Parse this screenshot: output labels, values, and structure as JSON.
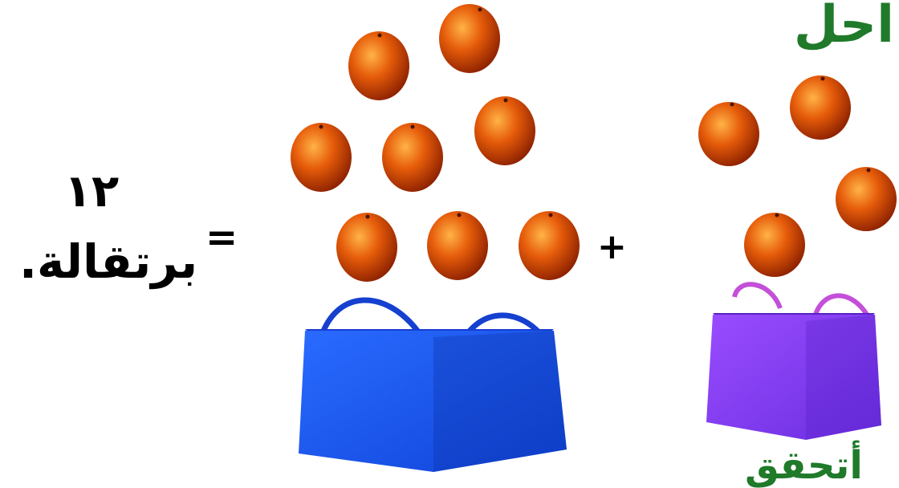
{
  "title": "احل",
  "operators": {
    "plus": "+",
    "equals": "="
  },
  "answer": {
    "number": "١٢",
    "unit": "برتقالة."
  },
  "bottom_text": "أتحقق",
  "groups": {
    "right_group": {
      "orange_count": 4,
      "bag_color": "#8a3df0",
      "handle_color": "#c44fd8"
    },
    "middle_group": {
      "orange_count": 8,
      "bag_color": "#1f5cf0",
      "handle_color": "#1540d0"
    }
  },
  "colors": {
    "orange_light": "#ffb347",
    "orange_mid": "#e65c0a",
    "orange_dark": "#8a1f00",
    "title_green": "#1f7a2a"
  },
  "icons": [
    "orange-icon",
    "purple-bag-icon",
    "blue-bag-icon"
  ]
}
